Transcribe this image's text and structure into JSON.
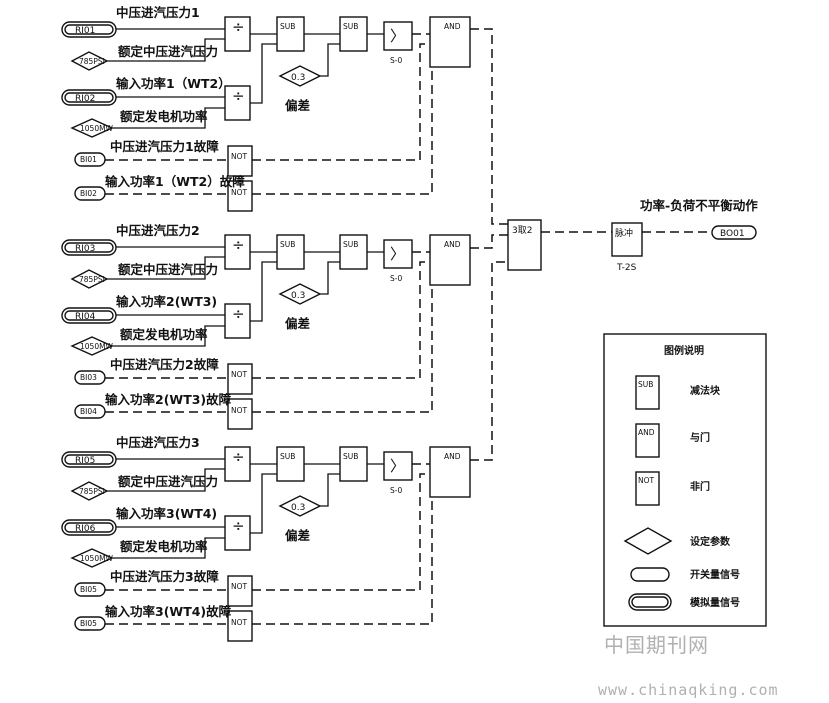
{
  "groups": [
    {
      "pressure_label": "中压进汽压力1",
      "pressure_tag": "RI01",
      "rated_pressure_label": "额定中压进汽压力",
      "rated_pressure_value": "785PSI",
      "power_label": "输入功率1（WT2）",
      "power_tag": "RI02",
      "rated_power_label": "额定发电机功率",
      "rated_power_value": "1050MW",
      "bias_value": "0.3",
      "bias_label": "偏差",
      "comparator_label": "S-0",
      "fault1_tag": "BI01",
      "fault1_label": "中压进汽压力1故障",
      "fault2_tag": "BI02",
      "fault2_label": "输入功率1（WT2）故障"
    },
    {
      "pressure_label": "中压进汽压力2",
      "pressure_tag": "RI03",
      "rated_pressure_label": "额定中压进汽压力",
      "rated_pressure_value": "785PSI",
      "power_label": "输入功率2(WT3)",
      "power_tag": "RI04",
      "rated_power_label": "额定发电机功率",
      "rated_power_value": "1050MW",
      "bias_value": "0.3",
      "bias_label": "偏差",
      "comparator_label": "S-0",
      "fault1_tag": "BI03",
      "fault1_label": "中压进汽压力2故障",
      "fault2_tag": "BI04",
      "fault2_label": "输入功率2(WT3)故障"
    },
    {
      "pressure_label": "中压进汽压力3",
      "pressure_tag": "RI05",
      "rated_pressure_label": "额定中压进汽压力",
      "rated_pressure_value": "785PSI",
      "power_label": "输入功率3(WT4)",
      "power_tag": "RI06",
      "rated_power_label": "额定发电机功率",
      "rated_power_value": "1050MW",
      "bias_value": "0.3",
      "bias_label": "偏差",
      "comparator_label": "S-0",
      "fault1_tag": "BI05",
      "fault1_label": "中压进汽压力3故障",
      "fault2_tag": "BI05",
      "fault2_label": "输入功率3(WT4)故障"
    }
  ],
  "blocks": {
    "divide": "÷",
    "sub": "SUB",
    "and": "AND",
    "not": "NOT",
    "compare": "〉",
    "vote": "3取2",
    "pulse": "脉冲",
    "pulse_time": "T-2S"
  },
  "output": {
    "label": "功率-负荷不平衡动作",
    "tag": "BO01"
  },
  "legend": {
    "title": "图例说明",
    "sub_symbol": "SUB",
    "sub_desc": "减法块",
    "and_symbol": "AND",
    "and_desc": "与门",
    "not_symbol": "NOT",
    "not_desc": "非门",
    "param_desc": "设定参数",
    "switch_desc": "开关量信号",
    "analog_desc": "模拟量信号"
  },
  "watermark": {
    "cn": "中国期刊网",
    "url": "www.chinaqking.com"
  }
}
